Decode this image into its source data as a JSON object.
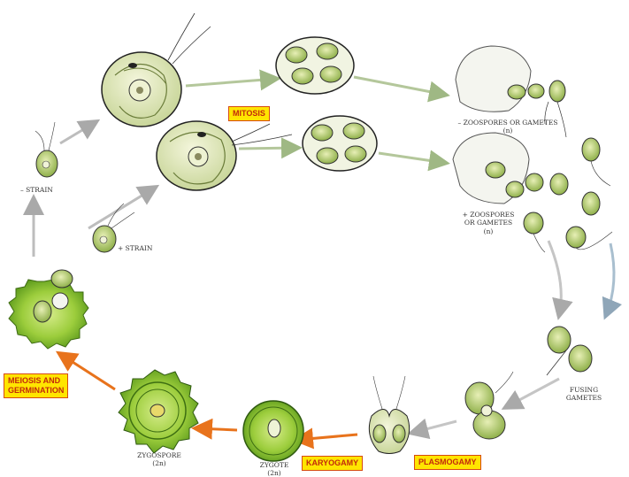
{
  "labels": {
    "minus_strain": "– STRAIN",
    "plus_strain": "+ STRAIN",
    "minus_zoospores_l1": "– ZOOSPORES OR GAMETES",
    "minus_zoospores_l2": "(n)",
    "plus_zoospores_l1": "+ ZOOSPORES",
    "plus_zoospores_l2": "OR GAMETES",
    "plus_zoospores_l3": "(n)",
    "fusing_l1": "FUSING",
    "fusing_l2": "GAMETES",
    "zygote_l1": "ZYGOTE",
    "zygote_l2": "(2n)",
    "zygospore_l1": "ZYGOSPORE",
    "zygospore_l2": "(2n)"
  },
  "stages": {
    "mitosis": "MITOSIS",
    "plasmogamy": "PLASMOGAMY",
    "karyogamy": "KARYOGAMY",
    "meiosis_l1": "MEIOSIS AND",
    "meiosis_l2": "GERMINATION"
  },
  "colors": {
    "highlight_box": "#ffe500",
    "highlight_text": "#c22a0c",
    "arrow_green": "#b4c79b",
    "arrow_gray": "#bdbdbd",
    "arrow_orange": "#e8731c",
    "cell_green": "#9ac43e"
  }
}
